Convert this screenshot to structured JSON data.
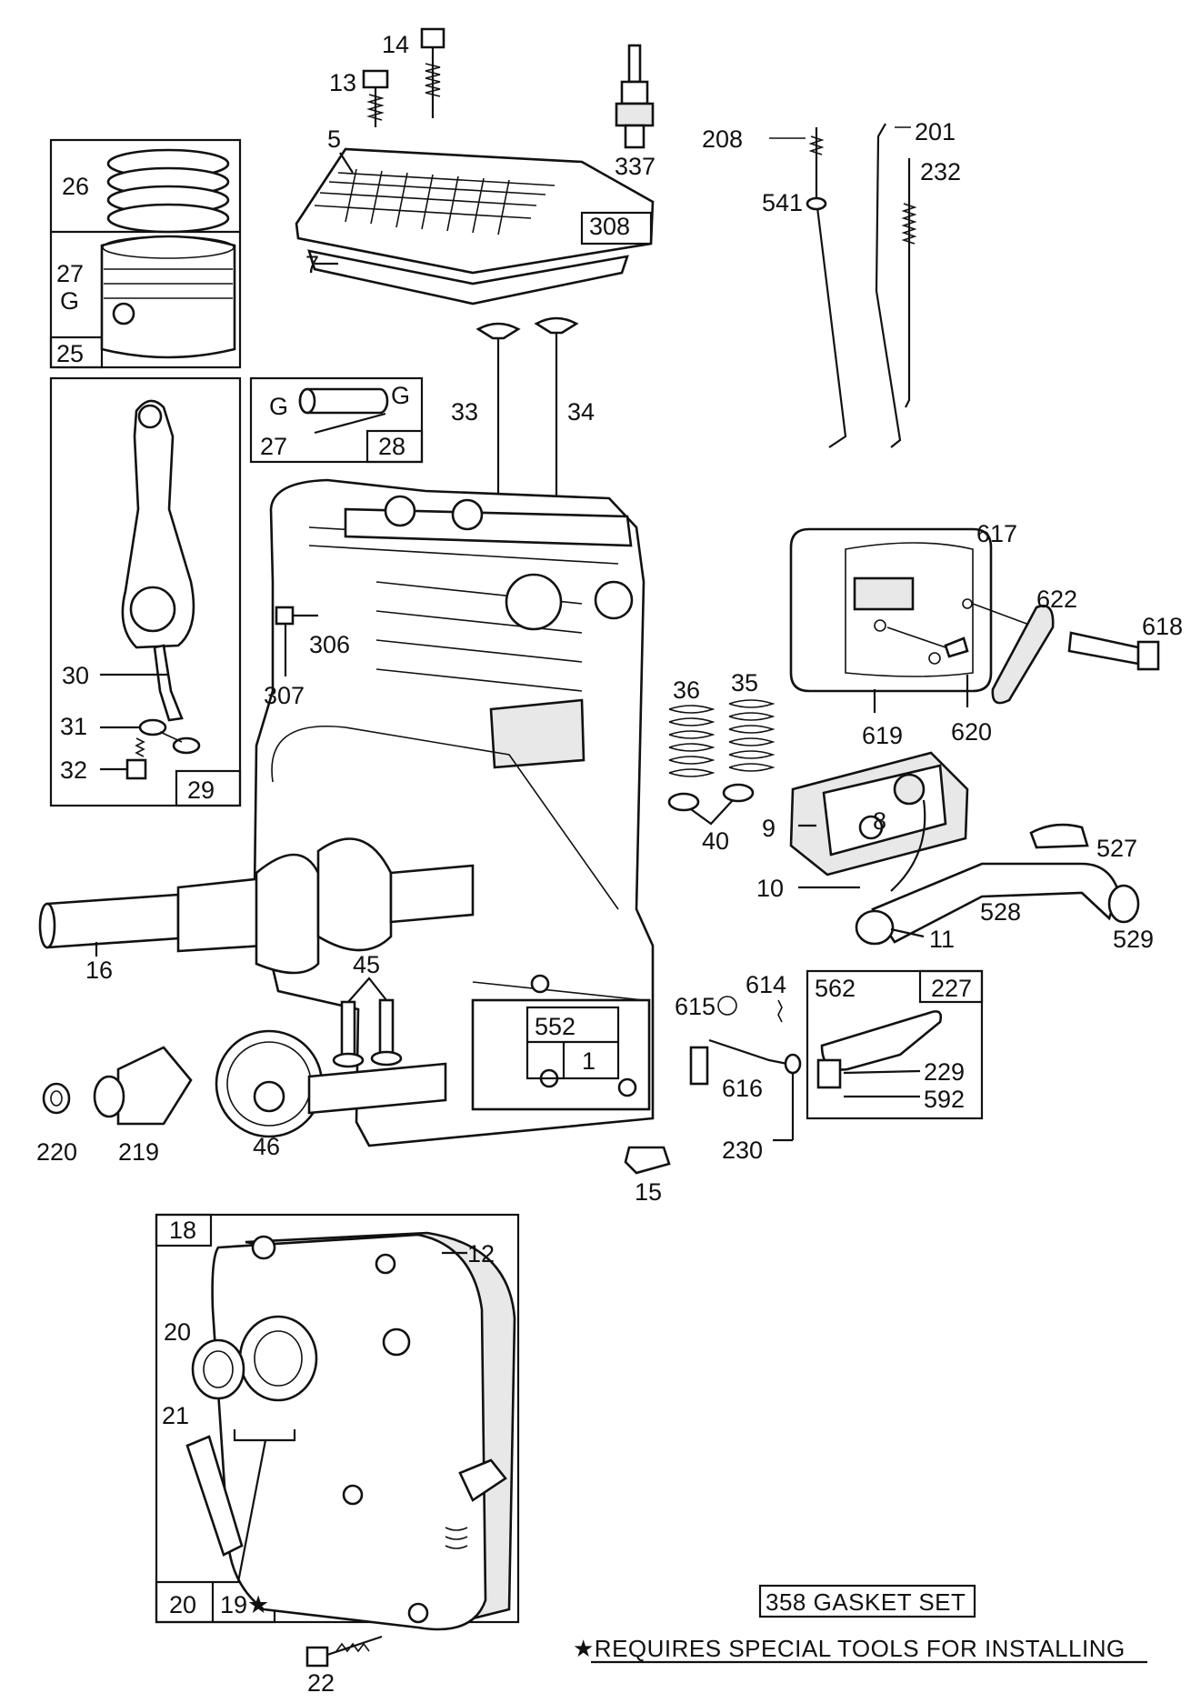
{
  "labels": {
    "l13": "13",
    "l14": "14",
    "l337": "337",
    "l5": "5",
    "l308": "308",
    "l7": "7",
    "l26": "26",
    "l27a": "27",
    "l27b": "27",
    "l25": "25",
    "l28": "28",
    "l208": "208",
    "l201": "201",
    "l232": "232",
    "l541": "541",
    "l33": "33",
    "l34": "34",
    "l30": "30",
    "l31": "31",
    "l32": "32",
    "l29": "29",
    "l306": "306",
    "l307": "307",
    "l617": "617",
    "l622": "622",
    "l618": "618",
    "l619": "619",
    "l620": "620",
    "l36": "36",
    "l35": "35",
    "l40": "40",
    "l8": "8",
    "l9": "9",
    "l10": "10",
    "l11": "11",
    "l527": "527",
    "l528": "528",
    "l529": "529",
    "l16": "16",
    "l45": "45",
    "l552": "552",
    "l1": "1",
    "l615": "615",
    "l614": "614",
    "l616": "616",
    "l230": "230",
    "l562": "562",
    "l227": "227",
    "l229": "229",
    "l592": "592",
    "l220": "220",
    "l219": "219",
    "l46": "46",
    "l15": "15",
    "l18": "18",
    "l12": "12",
    "l20a": "20",
    "l21": "21",
    "l20b": "20",
    "l19": "19★",
    "l22": "22"
  },
  "notes": {
    "gasket_set": "358 GASKET SET",
    "special_tools": "★REQUIRES SPECIAL TOOLS FOR INSTALLING"
  }
}
